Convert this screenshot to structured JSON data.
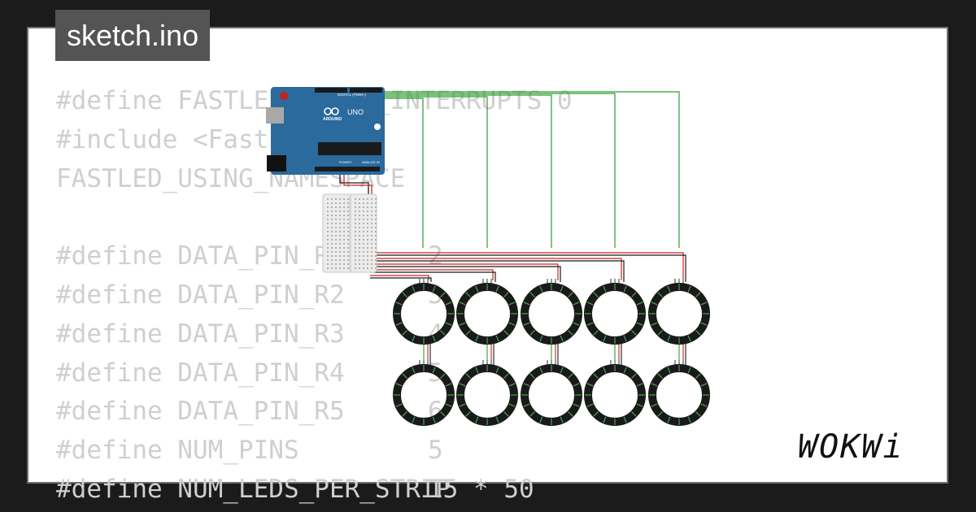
{
  "file_tab": {
    "filename": "sketch.ino"
  },
  "code_lines": [
    {
      "name": "#define FASTLED_ALLOW_INTERRUPTS 0",
      "value": ""
    },
    {
      "name": "#include <FastLED.h>",
      "value": ""
    },
    {
      "name": "FASTLED_USING_NAMESPACE",
      "value": ""
    },
    {
      "name": "",
      "value": ""
    },
    {
      "name": "#define DATA_PIN_R1",
      "value": "2"
    },
    {
      "name": "#define DATA_PIN_R2",
      "value": "3"
    },
    {
      "name": "#define DATA_PIN_R3",
      "value": "4"
    },
    {
      "name": "#define DATA_PIN_R4",
      "value": "5"
    },
    {
      "name": "#define DATA_PIN_R5",
      "value": "6"
    },
    {
      "name": "#define NUM_PINS",
      "value": "5"
    },
    {
      "name": "#define NUM_LEDS_PER_STRIP",
      "value": "15 * 50"
    }
  ],
  "board": {
    "brand": "ARDUINO",
    "model": "UNO",
    "header_label": "DIGITAL (PWM~)",
    "power_label": "POWER",
    "analog_label": "ANALOG IN"
  },
  "colors": {
    "page_bg": "#1b1b1b",
    "card_bg": "#ffffff",
    "code_text": "#cfcfcf",
    "file_tab_bg": "#545454",
    "board_blue": "#2a6a9c",
    "wire_green": "#2e9e2e",
    "wire_red": "#d22020",
    "ring_body": "#1a1a1a",
    "led_green": "#4ea84e"
  },
  "rings": {
    "rows": 2,
    "columns": 5,
    "leds_per_ring": 16
  },
  "logo": {
    "text": "WOKWi"
  }
}
